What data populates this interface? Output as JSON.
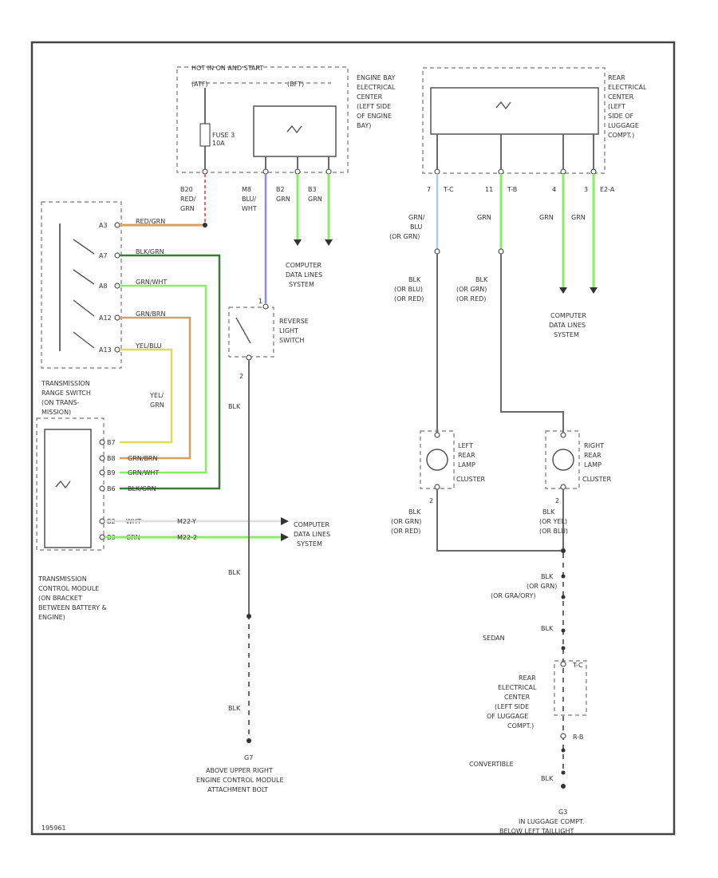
{
  "colors": {
    "frame": "#444444",
    "wire_default": "#6a6a6a",
    "wire_green": "#88ee66",
    "wire_blue": "#8888ee",
    "wire_lightblue": "#aaccee",
    "wire_red": "#ee6666",
    "wire_yellow": "#dddd55",
    "wire_orange": "#d8a060",
    "wire_darkgreen": "#3a7a3a"
  },
  "top_left": {
    "hot_label": "HOT IN ON AND START",
    "left_fuse_ref": "(ATF)",
    "right_ref": "(BFT)",
    "fuse_label_1": "FUSE 3",
    "fuse_label_2": "10A",
    "engine_bay_center": [
      "ENGINE BAY",
      "ELECTRICAL",
      "CENTER",
      "(LEFT SIDE",
      "OF ENGINE",
      "BAY)"
    ],
    "wire_labels": {
      "red_grn": [
        "B20",
        "RED/",
        "GRN"
      ],
      "blu_wht": [
        "M8",
        "BLU/",
        "WHT"
      ],
      "grn_b2": [
        "B2",
        "GRN"
      ],
      "grn_b3": [
        "B3",
        "GRN"
      ]
    },
    "computer_data_lines": [
      "COMPUTER",
      "DATA LINES",
      "SYSTEM"
    ]
  },
  "trans_range": {
    "wire_labels": [
      "RED/GRN",
      "BLK/GRN",
      "GRN/WHT",
      "GRN/BRN",
      "YEL/BLU"
    ],
    "pin_labels": [
      "A3",
      "A7",
      "A8",
      "A12",
      "A13"
    ],
    "title": [
      "TRANSMISSION",
      "RANGE SWITCH",
      "(ON TRANS-",
      "MISSION)"
    ],
    "yel_grn": [
      "YEL/",
      "GRN"
    ]
  },
  "reverse_switch": {
    "label": [
      "REVERSE",
      "LIGHT",
      "SWITCH"
    ],
    "pin1": "1",
    "pin2": "2",
    "blk": "BLK"
  },
  "tcm": {
    "title": [
      "TRANSMISSION",
      "CONTROL MODULE",
      "(ON BRACKET",
      "BETWEEN BATTERY &",
      "ENGINE)"
    ],
    "pins": [
      "B7",
      "B8",
      "B9",
      "B6",
      "B2",
      "B3"
    ],
    "wire_labels": [
      "GRN/BRN",
      "GRN/WHT",
      "BLK/GRN",
      "WHT",
      "GRN"
    ],
    "data_wires": [
      "M22-Y",
      "M22-2"
    ],
    "computer_data_lines": [
      "COMPUTER",
      "DATA LINES",
      "SYSTEM"
    ]
  },
  "ground_g7": {
    "blk_1": "BLK",
    "blk_2": "BLK",
    "id": "G7",
    "desc": [
      "ABOVE UPPER RIGHT",
      "ENGINE CONTROL MODULE",
      "ATTACHMENT BOLT"
    ]
  },
  "rear_center": {
    "label": [
      "REAR",
      "ELECTRICAL",
      "CENTER",
      "(LEFT",
      "SIDE OF",
      "LUGGAGE",
      "COMPT.)"
    ],
    "pins": [
      "7",
      "T-C",
      "11",
      "T-B",
      "4",
      "3",
      "E2-A"
    ],
    "wire_labels_top": {
      "grn_blu": [
        "GRN/",
        "BLU",
        "(OR GRN)"
      ],
      "grn": [
        "GRN"
      ],
      "grn2": [
        "GRN"
      ],
      "grn3": [
        "GRN"
      ]
    },
    "blk_blu": [
      "BLK",
      "(OR BLU)",
      "(OR RED)"
    ],
    "blk_grn": [
      "BLK",
      "(OR GRN)",
      "(OR RED)"
    ],
    "computer_data_lines": [
      "COMPUTER",
      "DATA LINES",
      "SYSTEM"
    ]
  },
  "lamps": {
    "left": [
      "LEFT",
      "REAR",
      "LAMP",
      "CLUSTER"
    ],
    "right": [
      "RIGHT",
      "REAR",
      "LAMP",
      "CLUSTER"
    ],
    "left_blk": [
      "BLK",
      "(OR GRN)",
      "(OR RED)"
    ],
    "right_blk": [
      "BLK",
      "(OR YEL)",
      "(OR BLU)"
    ],
    "pin2": "2"
  },
  "bottom_right": {
    "blk_grn": [
      "BLK",
      "(OR GRN)",
      "(OR GRA/ORY)"
    ],
    "sedan": "SEDAN",
    "blk": "BLK",
    "rear_center_2": [
      "REAR",
      "ELECTRICAL",
      "CENTER",
      "(LEFT SIDE",
      "OF LUGGAGE",
      "COMPT.)"
    ],
    "pin_tc": "T-C",
    "pin_rb": "R-B",
    "convertible": "CONVERTIBLE",
    "blk2": "BLK",
    "id": "G3",
    "desc": [
      "IN LUGGAGE COMPT.",
      "BELOW LEFT TAILLIGHT"
    ]
  },
  "footer_code": "195961"
}
